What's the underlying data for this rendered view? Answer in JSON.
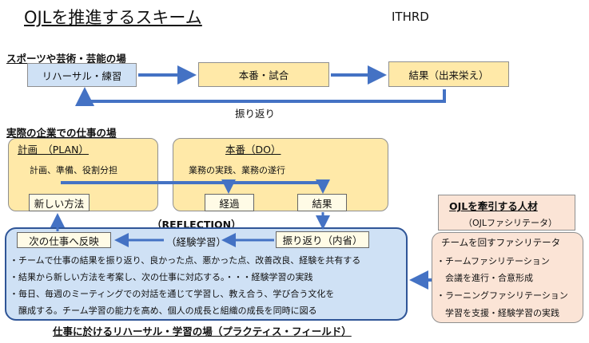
{
  "title": "OJLを推進するスキーム",
  "org": "ITHRD",
  "section1": {
    "label": "スポーツや芸術・芸能の場",
    "rehearsal": "リハーサル・練習",
    "performance": "本番・試合",
    "result": "結果（出来栄え）",
    "feedback": "振り返り"
  },
  "section2": {
    "label": "実際の企業での仕事の場",
    "plan": {
      "title": "計画　（PLAN）",
      "desc": "計画、準備、役割分担",
      "new_method": "新しい方法"
    },
    "do": {
      "title": "本番（DO）",
      "desc": "業務の実践、業務の遂行",
      "process": "経過",
      "result": "結果"
    }
  },
  "reflection": {
    "label": "（REFLECTION）",
    "apply": "次の仕事へ反映",
    "learning": "（経験学習）",
    "review": "振り返り（内省）",
    "bullets": [
      "・チームで仕事の結果を振り返り、良かった点、悪かった点、改善改良、経験を共有する",
      "・結果から新しい方法を考案し、次の仕事に対応する。・・・経験学習の実践",
      "・毎日、毎週のミーティングでの対話を通じて学習し、教え合う、学び合う文化を",
      "　醸成する。チーム学習の能力を高め、個人の成長と組織の成長を同時に図る"
    ],
    "footer": "仕事に於けるリハーサル・学習の場（プラクティス・フィールド）"
  },
  "facilitator": {
    "title": "OJLを牽引する人材",
    "subtitle": "（OJLファシリテータ）",
    "lines": [
      "チームを回すファシリテータ",
      "・チームファシリテーション",
      "　会議を進行・合意形成",
      "・ラーニングファシリテーション",
      "　学習を支援・経験学習の実践"
    ]
  },
  "colors": {
    "arrow": "#4472c4",
    "blue_box": "#cfe1f5",
    "yellow_box": "#ffe9a8",
    "peach_box": "#fbe4d6",
    "field_border": "#2f5597"
  }
}
